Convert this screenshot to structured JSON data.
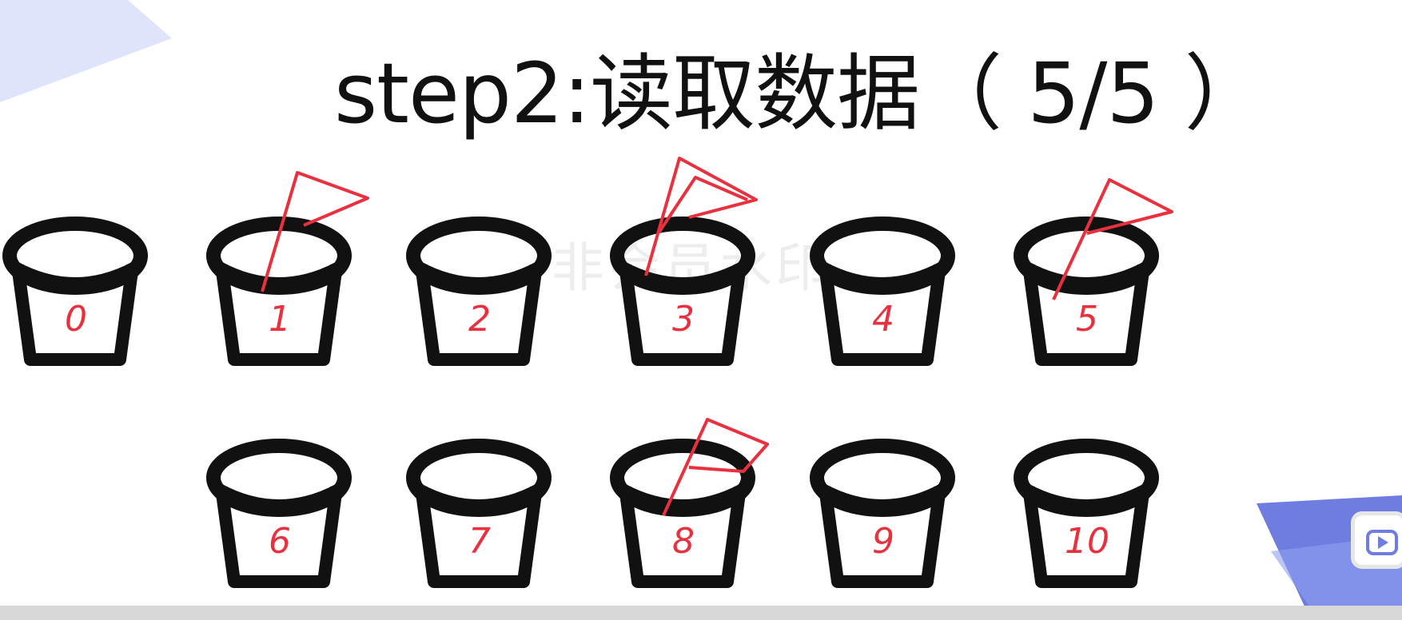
{
  "slide": {
    "title": "step2:读取数据（ 5/5 ）",
    "watermark": "非会员水印"
  },
  "buckets": [
    {
      "label": "0",
      "flag": false
    },
    {
      "label": "1",
      "flag": true
    },
    {
      "label": "2",
      "flag": false
    },
    {
      "label": "3",
      "flag": true
    },
    {
      "label": "4",
      "flag": false
    },
    {
      "label": "5",
      "flag": true
    },
    {
      "label": "6",
      "flag": false
    },
    {
      "label": "7",
      "flag": false
    },
    {
      "label": "8",
      "flag": true
    },
    {
      "label": "9",
      "flag": false
    },
    {
      "label": "10",
      "flag": false
    }
  ],
  "colors": {
    "accent": "#6f7de0",
    "ink": "#111111",
    "marker_red": "#e8303f"
  },
  "icons": [
    "bilibili-logo-icon"
  ]
}
